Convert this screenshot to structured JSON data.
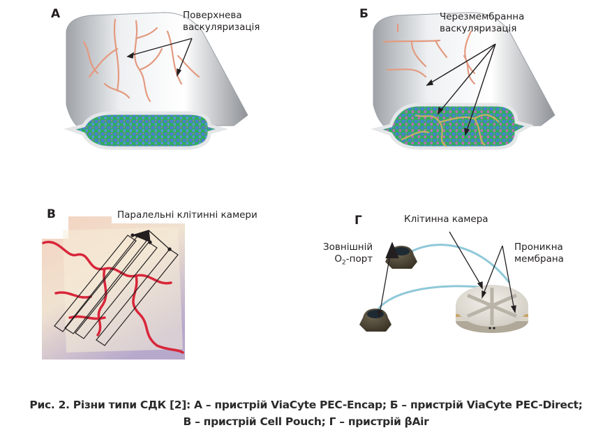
{
  "panels": {
    "a": {
      "letter": "А",
      "label_line1": "Поверхнева",
      "label_line2": "васкуляризація"
    },
    "b": {
      "letter": "Б",
      "label_line1": "Черезмембранна",
      "label_line2": "васкуляризація"
    },
    "v": {
      "letter": "В",
      "label": "Паралельні клітинні камери"
    },
    "g": {
      "letter": "Г",
      "cell_chamber_label": "Клітинна камера",
      "o2_port_line1": "Зовнішній",
      "o2_port_line2_prefix": "O",
      "o2_port_line2_sub": "2",
      "o2_port_line2_suffix": "-порт",
      "membrane_line1": "Проникна",
      "membrane_line2": "мембрана"
    }
  },
  "caption": {
    "line1": "Рис. 2. Різни типи СДК [2]: А – пристрій ViaCyte PEC-Encap; Б – пристрій ViaCyte PEC-Direct;",
    "line2": "В – пристрій Cell Pouch; Г – пристрій βAir"
  },
  "colors": {
    "vessel_surface": "#e39a80",
    "vessel_red": "#d8263a",
    "cells_green": "#2fae5a",
    "cells_blue": "#4a7fd0",
    "cells_purple": "#b56bbf",
    "device_grey": "#c9cbce",
    "tube_blue": "#8fc8d8",
    "port_brown": "#4b4130",
    "disc_white": "#e8e4dc",
    "disc_band": "#c9a46a"
  }
}
